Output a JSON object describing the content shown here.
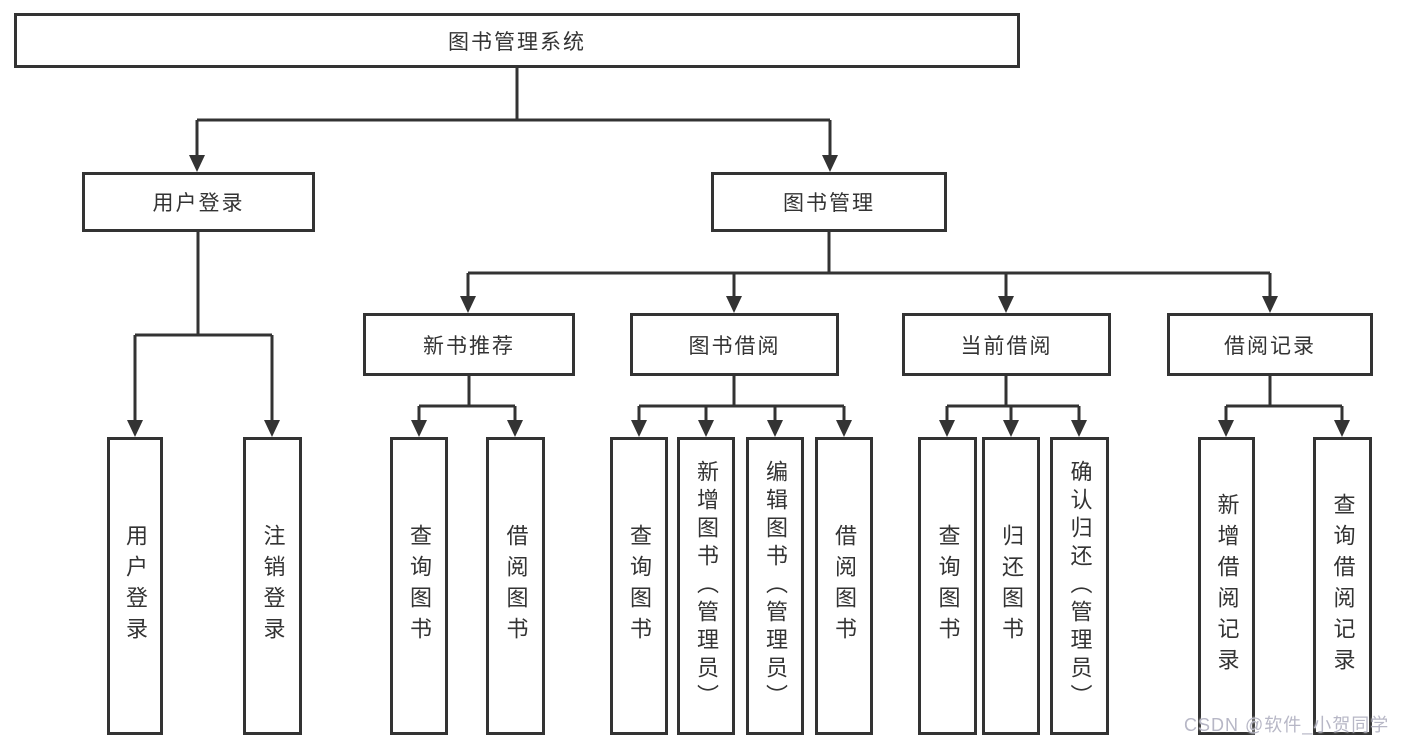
{
  "diagram": {
    "root": {
      "label": "图书管理系统"
    },
    "level1": [
      {
        "label": "用户登录"
      },
      {
        "label": "图书管理"
      }
    ],
    "level2": [
      {
        "label": "新书推荐"
      },
      {
        "label": "图书借阅"
      },
      {
        "label": "当前借阅"
      },
      {
        "label": "借阅记录"
      }
    ],
    "leaves": [
      {
        "label": "用户登录"
      },
      {
        "label": "注销登录"
      },
      {
        "label": "查询图书"
      },
      {
        "label": "借阅图书"
      },
      {
        "label": "查询图书"
      },
      {
        "label": "新增图书（管理员）"
      },
      {
        "label": "编辑图书（管理员）"
      },
      {
        "label": "借阅图书"
      },
      {
        "label": "查询图书"
      },
      {
        "label": "归还图书"
      },
      {
        "label": "确认归还（管理员）"
      },
      {
        "label": "新增借阅记录"
      },
      {
        "label": "查询借阅记录"
      }
    ],
    "watermark": {
      "text": "CSDN @软件_小贺同学"
    },
    "colors": {
      "line": "#333333",
      "box_border": "#333333",
      "text": "#333333",
      "background": "#ffffff",
      "watermark_text": "#b7b7c6"
    }
  }
}
